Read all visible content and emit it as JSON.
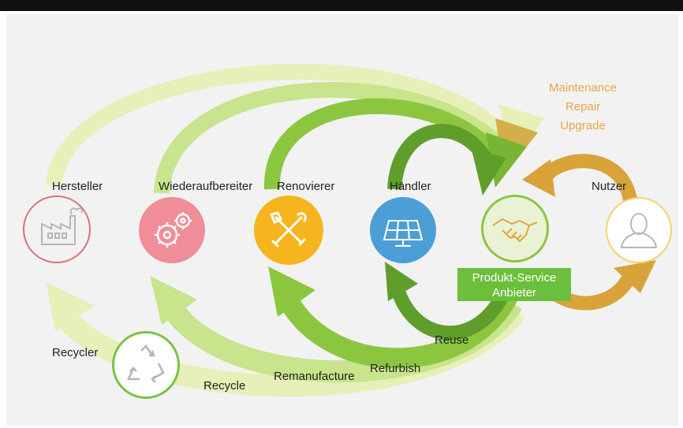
{
  "nodes": {
    "hersteller": {
      "label": "Hersteller",
      "icon": "factory-icon",
      "color": "#d9737a"
    },
    "wiederaufbereiter": {
      "label": "Wiederaufbereiter",
      "icon": "gears-icon",
      "color": "#ef8e98"
    },
    "renovierer": {
      "label": "Renovierer",
      "icon": "tools-icon",
      "color": "#f6b51e"
    },
    "haendler": {
      "label": "Händler",
      "icon": "solar-panel-icon",
      "color": "#4c9fd6"
    },
    "anbieter": {
      "label_line1": "Produkt-Service",
      "label_line2": "Anbieter",
      "icon": "handshake-icon",
      "color": "#8cc63f"
    },
    "nutzer": {
      "label": "Nutzer",
      "icon": "user-icon",
      "color": "#f2d36a"
    },
    "recycler": {
      "label": "Recycler",
      "icon": "recycle-icon",
      "color": "#7cc142"
    }
  },
  "loops": {
    "maintenance": "Maintenance",
    "repair": "Repair",
    "upgrade": "Upgrade",
    "reuse": "Reuse",
    "refurbish": "Refurbish",
    "remanufacture": "Remanufacture",
    "recycle": "Recycle"
  }
}
